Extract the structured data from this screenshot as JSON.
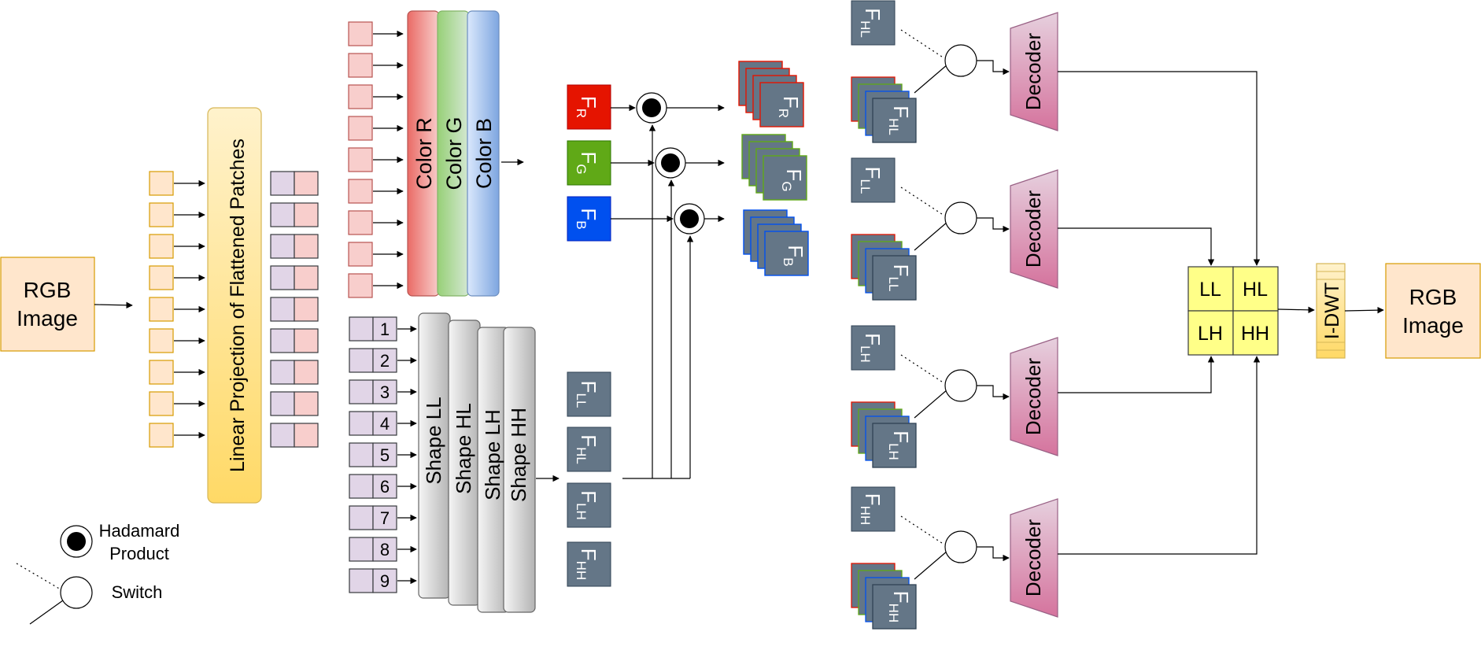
{
  "input": {
    "line1": "RGB",
    "line2": "Image"
  },
  "output": {
    "line1": "RGB",
    "line2": "Image"
  },
  "linear_projection": "Linear Projection of Flattened Patches",
  "color_blocks": [
    "Color R",
    "Color G",
    "Color B"
  ],
  "shape_blocks": [
    "Shape LL",
    "Shape HL",
    "Shape LH",
    "Shape HH"
  ],
  "patch_numbers": [
    "1",
    "2",
    "3",
    "4",
    "5",
    "6",
    "7",
    "8",
    "9"
  ],
  "color_features": [
    {
      "main": "F",
      "sub": "R",
      "color": "#e51400"
    },
    {
      "main": "F",
      "sub": "G",
      "color": "#60a917"
    },
    {
      "main": "F",
      "sub": "B",
      "color": "#0050ef"
    }
  ],
  "shape_features": [
    {
      "main": "F",
      "sub": "LL"
    },
    {
      "main": "F",
      "sub": "HL"
    },
    {
      "main": "F",
      "sub": "LH"
    },
    {
      "main": "F",
      "sub": "HH"
    }
  ],
  "stack_labels": [
    {
      "main": "F",
      "sub": "R"
    },
    {
      "main": "F",
      "sub": "G"
    },
    {
      "main": "F",
      "sub": "B"
    }
  ],
  "decoder_label": "Decoder",
  "branch_features": [
    {
      "main": "F",
      "sub": "HL"
    },
    {
      "main": "F",
      "sub": "LL"
    },
    {
      "main": "F",
      "sub": "LH"
    },
    {
      "main": "F",
      "sub": "HH"
    }
  ],
  "wavelet_grid": [
    "LL",
    "HL",
    "LH",
    "HH"
  ],
  "idwt_label": "I-DWT",
  "legend": {
    "hadamard_line1": "Hadamard",
    "hadamard_line2": "Product",
    "switch": "Switch"
  },
  "colors": {
    "slate": "#647687",
    "orange_fill": "#ffe6cc",
    "orange_stroke": "#d79b00",
    "pink_fill": "#f8cecc",
    "lilac_fill": "#e1d5e7",
    "yellow_grid": "#ffff88",
    "decoder_top": "#e6d0de",
    "decoder_bottom": "#d5739d"
  }
}
